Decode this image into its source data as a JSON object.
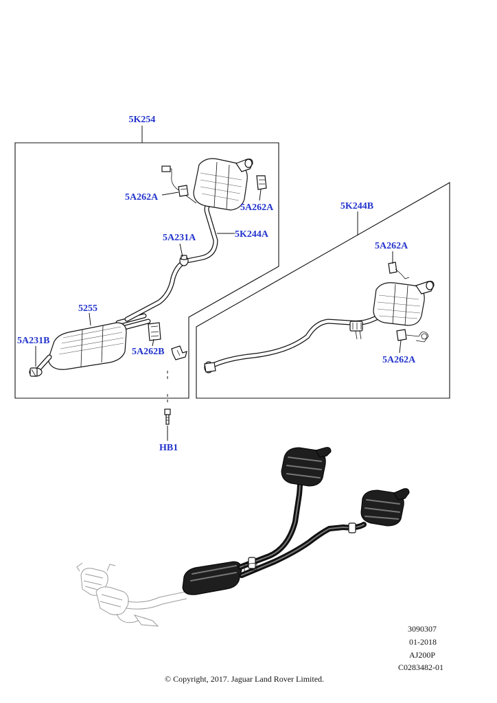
{
  "callouts": {
    "group_5k254": "5K254",
    "group_5k244b": "5K244B",
    "part_5a262a_upper_left": "5A262A",
    "part_5a262a_upper_right": "5A262A",
    "part_5a231a": "5A231A",
    "part_5k244a": "5K244A",
    "part_5255": "5255",
    "part_5a231b": "5A231B",
    "part_5a262b": "5A262B",
    "part_5a262a_right_top": "5A262A",
    "part_5a262a_right_bottom": "5A262A",
    "part_hb1": "HB1"
  },
  "footer": {
    "line1": "3090307",
    "line2": "01-2018",
    "line3": "AJ200P",
    "line4": "C0283482-01",
    "copyright": "© Copyright, 2017. Jaguar Land Rover Limited."
  },
  "colors": {
    "callout": "#2233cc",
    "line": "#111111",
    "highlight_part": "#1e1e1e",
    "context_part": "#9a9a9a"
  }
}
